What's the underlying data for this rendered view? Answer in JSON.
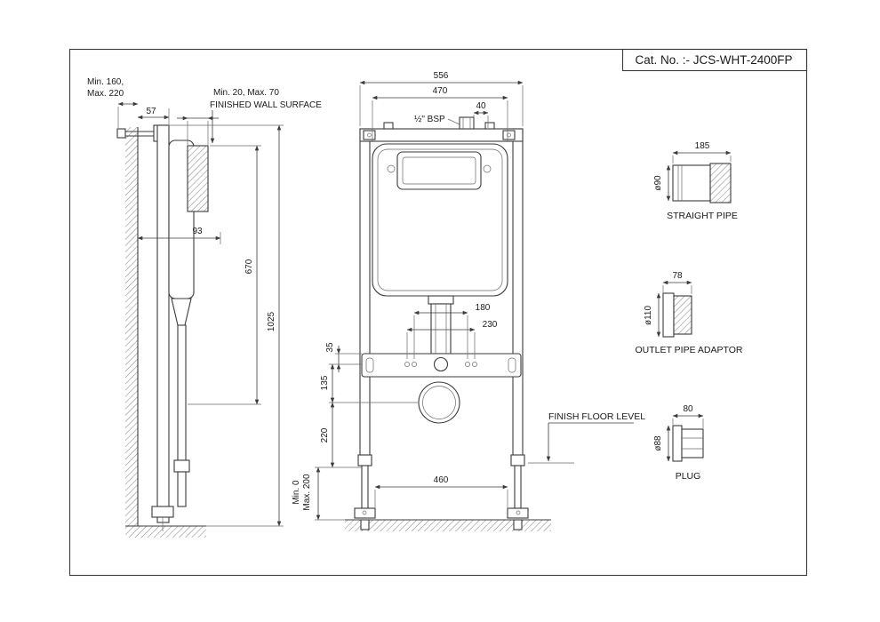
{
  "title_block": {
    "cat_no": "Cat. No. :- JCS-WHT-2400FP"
  },
  "side_view": {
    "dim_wall_min": "Min. 160,",
    "dim_wall_max": "Max. 220",
    "dim_57": "57",
    "dim_finish": "Min. 20, Max. 70",
    "label_finished_wall": "FINISHED WALL SURFACE",
    "dim_93": "93",
    "dim_670": "670",
    "dim_1025": "1025"
  },
  "front_view": {
    "dim_556": "556",
    "dim_470": "470",
    "dim_40": "40",
    "label_bsp": "½\" BSP",
    "dim_180": "180",
    "dim_230": "230",
    "dim_35": "35",
    "dim_135": "135",
    "dim_220": "220",
    "dim_min0": "Min. 0",
    "dim_max200": "Max. 200",
    "dim_460": "460",
    "label_floor": "FINISH FLOOR LEVEL"
  },
  "components": {
    "straight_pipe": {
      "label": "STRAIGHT PIPE",
      "dim_length": "185",
      "dim_dia": "ø90"
    },
    "outlet_adaptor": {
      "label": "OUTLET PIPE ADAPTOR",
      "dim_length": "78",
      "dim_dia": "ø110"
    },
    "plug": {
      "label": "PLUG",
      "dim_length": "80",
      "dim_dia": "ø88"
    }
  }
}
